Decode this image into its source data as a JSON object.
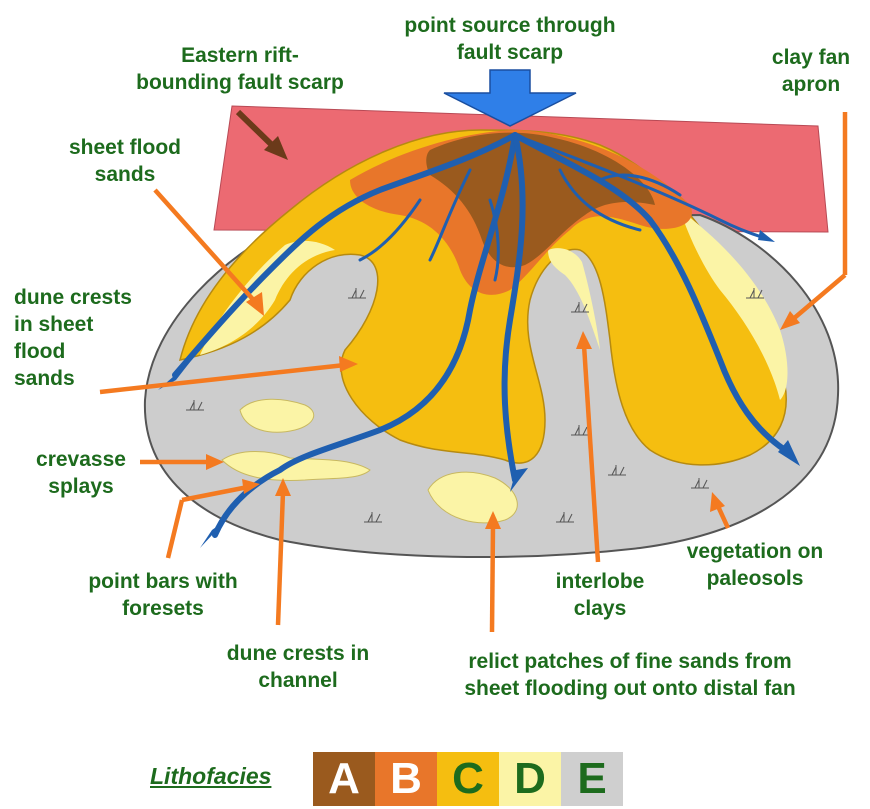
{
  "labels": {
    "point_source": "point source through\nfault scarp",
    "eastern_rift": "Eastern rift-\nbounding fault scarp",
    "clay_fan": "clay fan\napron",
    "sheet_flood": "sheet flood\nsands",
    "dune_crests_sheet": "dune crests\nin sheet\nflood\nsands",
    "crevasse": "crevasse\nsplays",
    "point_bars": "point bars with\nforesets",
    "dune_crests_channel": "dune crests in\nchannel",
    "relict": "relict patches of fine sands from\nsheet flooding out onto distal fan",
    "interlobe": "interlobe\nclays",
    "vegetation": "vegetation on\npaleosols"
  },
  "legend": {
    "title": "Lithofacies",
    "items": [
      {
        "letter": "A",
        "color": "#9a5a1e",
        "text_color": "#ffffff"
      },
      {
        "letter": "B",
        "color": "#e8762a",
        "text_color": "#ffffff"
      },
      {
        "letter": "C",
        "color": "#f5be10",
        "text_color": "#1d6b1d"
      },
      {
        "letter": "D",
        "color": "#fbf4a6",
        "text_color": "#1d6b1d"
      },
      {
        "letter": "E",
        "color": "#cfcfcf",
        "text_color": "#1d6b1d"
      }
    ]
  },
  "colors": {
    "scarp": "#ec6a72",
    "channel": "#1f5fb0",
    "arrow": "#f47a20",
    "label": "#1d6b1d",
    "source_arrow": "#2f7fe8"
  }
}
